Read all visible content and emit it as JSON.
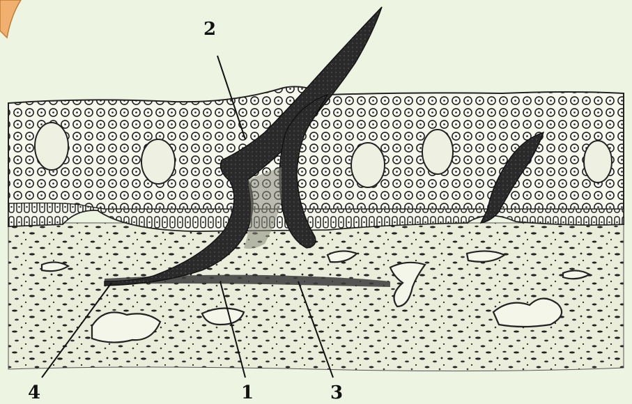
{
  "figure": {
    "labels": [
      {
        "id": "label-2",
        "text": "2"
      },
      {
        "id": "label-4",
        "text": "4"
      },
      {
        "id": "label-1",
        "text": "1"
      },
      {
        "id": "label-3",
        "text": "3"
      }
    ]
  },
  "colors": {
    "background": "#eef4e2",
    "ink": "#1a1a1a",
    "dark_stain": "#2b2b2b",
    "slide_tab": "#5a1f3a",
    "arrow_accent": "#f0b070"
  }
}
